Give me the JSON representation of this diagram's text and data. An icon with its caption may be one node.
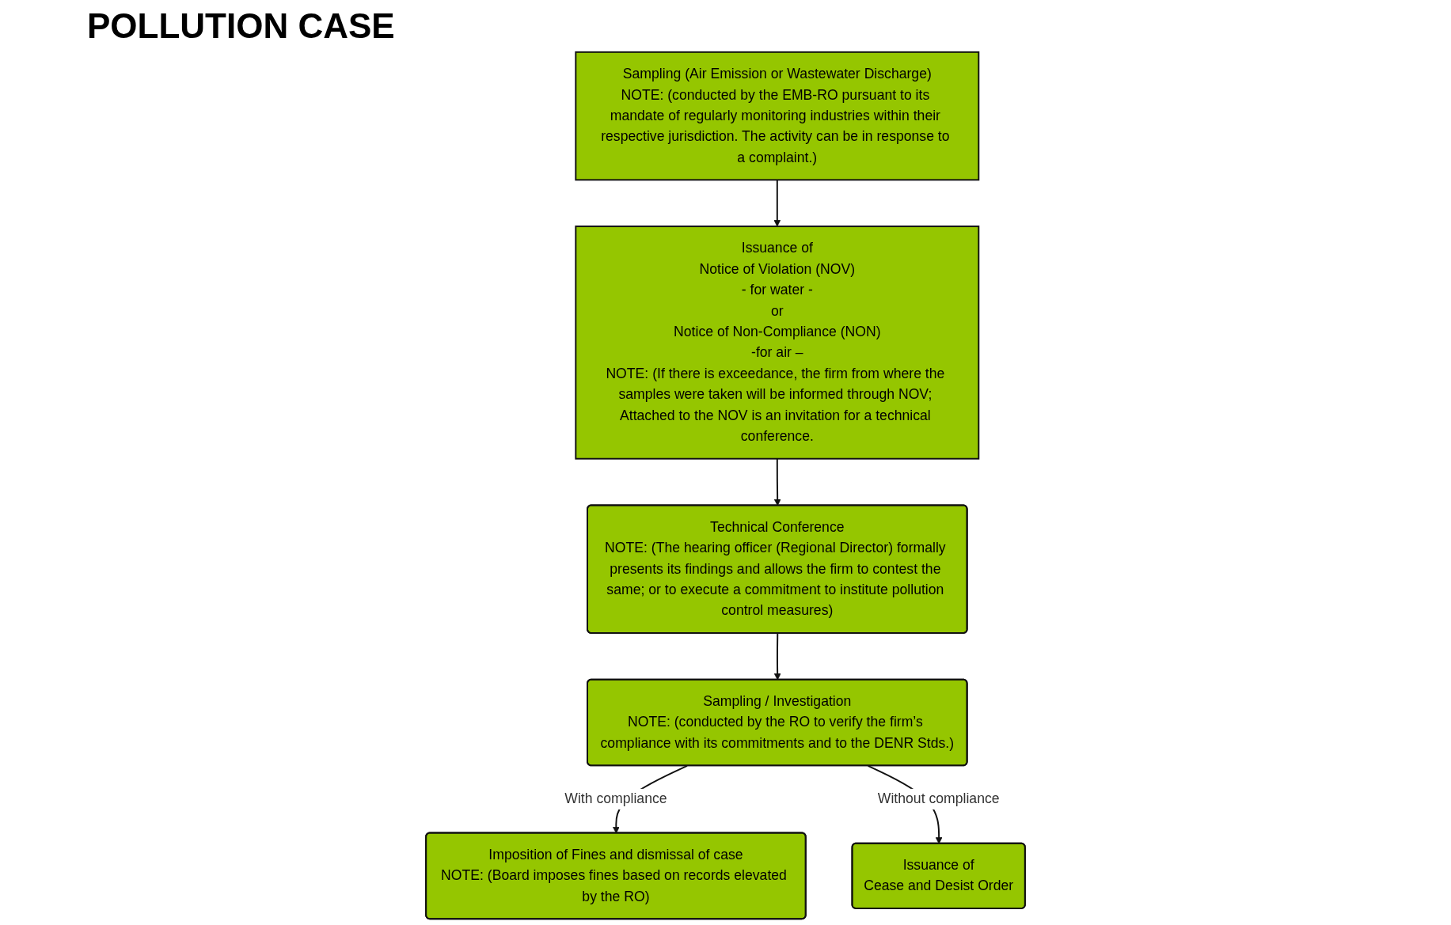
{
  "diagram": {
    "title": "POLLUTION CASE",
    "nodes": [
      {
        "text": [
          "Sampling (Air Emission or Wastewater Discharge)",
          "NOTE: (conducted by the EMB-RO pursuant to its mandate of regularly monitoring industries within their respective jurisdiction. The activity can be in response to a complaint.)"
        ]
      },
      {
        "text": [
          "Issuance of",
          "Notice of Violation (NOV)",
          "- for water -",
          "or",
          "Notice of Non-Compliance (NON)",
          "-for air –",
          "NOTE: (If there is exceedance, the firm from where the samples were taken will be informed through NOV; Attached to the NOV is an invitation for a technical conference."
        ]
      },
      {
        "text": [
          "Technical Conference",
          "NOTE: (The hearing officer (Regional Director) formally presents its findings and allows the firm to contest the same; or to execute a commitment to institute pollution control measures)"
        ]
      },
      {
        "text": [
          "Sampling / Investigation",
          "NOTE: (conducted by the RO to verify the firm’s compliance with its commitments and to the DENR Stds.)"
        ]
      },
      {
        "text": [
          "Imposition of Fines and dismissal of case",
          "NOTE: (Board imposes fines based on records elevated by the RO)"
        ]
      },
      {
        "text": [
          "Issuance of",
          "Cease and Desist Order"
        ]
      }
    ],
    "edges": [
      {
        "from": 0,
        "to": 1,
        "arrow": "to"
      },
      {
        "from": 1,
        "to": 2,
        "arrow": "to"
      },
      {
        "from": 2,
        "to": 3,
        "arrow": "to"
      },
      {
        "from": 3,
        "to": 4,
        "arrow": "to",
        "label": "With compliance"
      },
      {
        "from": 3,
        "to": 5,
        "arrow": "to",
        "label": "Without compliance"
      }
    ]
  }
}
